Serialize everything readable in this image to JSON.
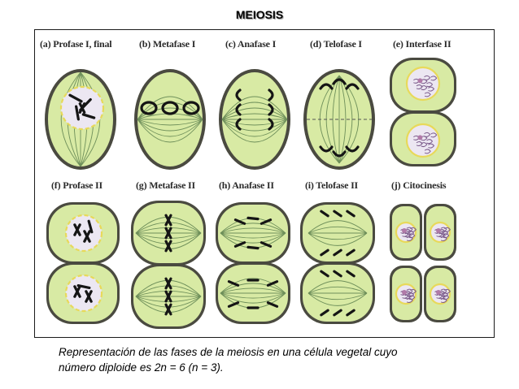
{
  "title": "MEIOSIS",
  "colors": {
    "cytoplasm": "#d8eaa4",
    "cell_wall": "#4a4a40",
    "spindle": "#6e8f5a",
    "nuclear_envelope": "#e8d95a",
    "chromosome": "#151515",
    "nucleus_fill": "#ece7f2"
  },
  "phases": [
    {
      "id": "a",
      "label": "(a) Profase I, final"
    },
    {
      "id": "b",
      "label": "(b) Metafase I"
    },
    {
      "id": "c",
      "label": "(c) Anafase I"
    },
    {
      "id": "d",
      "label": "(d) Telofase I"
    },
    {
      "id": "e",
      "label": "(e) Interfase II"
    },
    {
      "id": "f",
      "label": "(f) Profase II"
    },
    {
      "id": "g",
      "label": "(g) Metafase II"
    },
    {
      "id": "h",
      "label": "(h) Anafase II"
    },
    {
      "id": "i",
      "label": "(i) Telofase II"
    },
    {
      "id": "j",
      "label": "(j) Citocinesis"
    }
  ],
  "caption": {
    "line1": "Representación de las fases de la meiosis en una célula vegetal cuyo",
    "line2": "número diploide es 2n = 6 (n = 3)."
  }
}
